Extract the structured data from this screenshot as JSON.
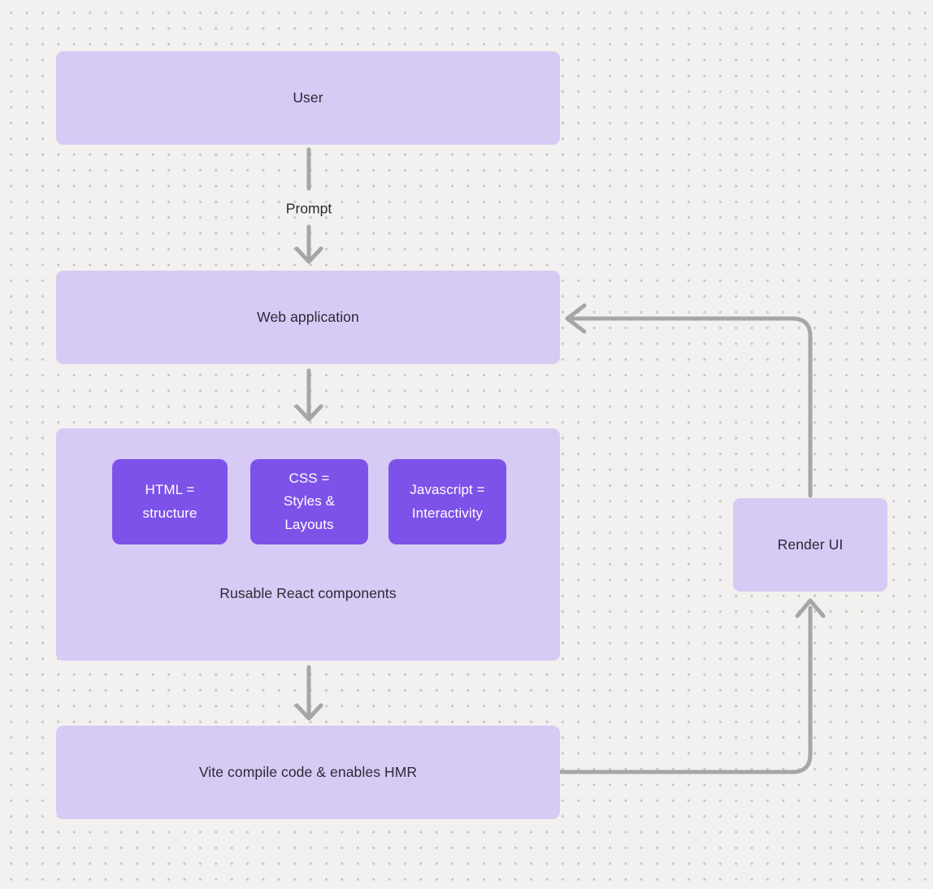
{
  "colors": {
    "bg": "#f2f1ef",
    "dot": "#c7c5c2",
    "box_light": "#d7caf5",
    "box_dark": "#7c52e8",
    "arrow": "#a8a5a5",
    "text_dark": "#2b2933",
    "text_light": "#ffffff"
  },
  "diagram": {
    "nodes": [
      {
        "id": "user",
        "label": "User"
      },
      {
        "id": "web-application",
        "label": "Web application"
      },
      {
        "id": "react-components",
        "label": "Rusable React components",
        "children": [
          {
            "id": "html",
            "label": "HTML = structure"
          },
          {
            "id": "css",
            "label": "CSS = Styles & Layouts"
          },
          {
            "id": "javascript",
            "label": "Javascript = Interactivity"
          }
        ]
      },
      {
        "id": "vite",
        "label": "Vite compile code & enables HMR"
      },
      {
        "id": "render-ui",
        "label": "Render UI"
      }
    ],
    "edges": [
      {
        "from": "user",
        "to": "web-application",
        "label": "Prompt"
      },
      {
        "from": "web-application",
        "to": "react-components",
        "label": ""
      },
      {
        "from": "react-components",
        "to": "vite",
        "label": ""
      },
      {
        "from": "vite",
        "to": "render-ui",
        "label": ""
      },
      {
        "from": "render-ui",
        "to": "web-application",
        "label": ""
      }
    ]
  }
}
